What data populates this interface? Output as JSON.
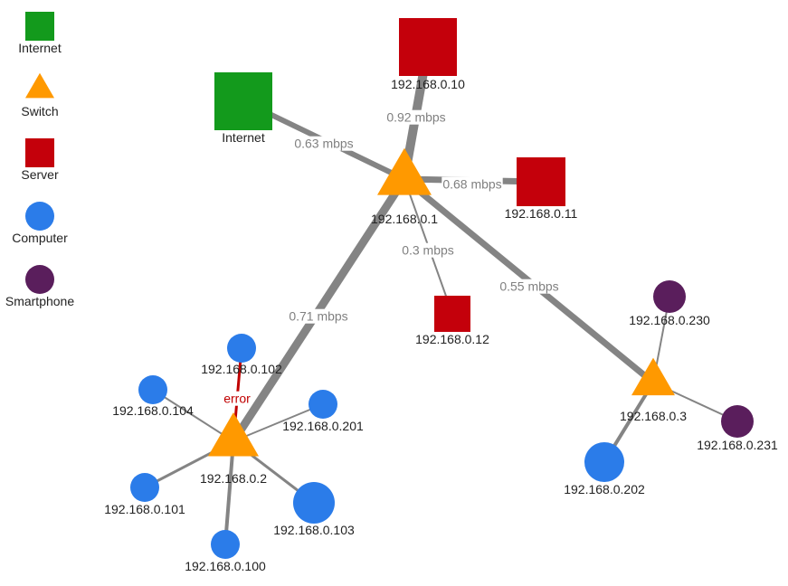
{
  "colors": {
    "internet": "#139a1c",
    "switch": "#ff9900",
    "server": "#c4000b",
    "computer": "#2b7ce9",
    "smartphone": "#5a1e5c",
    "edge": "#848484",
    "error": "#c00000"
  },
  "legend": [
    {
      "group": "internet",
      "label": "Internet"
    },
    {
      "group": "switch",
      "label": "Switch"
    },
    {
      "group": "server",
      "label": "Server"
    },
    {
      "group": "computer",
      "label": "Computer"
    },
    {
      "group": "smartphone",
      "label": "Smartphone"
    }
  ],
  "nodes": [
    {
      "id": "internet",
      "group": "internet",
      "label": "Internet"
    },
    {
      "id": "sw1",
      "group": "switch",
      "label": "192.168.0.1"
    },
    {
      "id": "srv10",
      "group": "server",
      "label": "192.168.0.10"
    },
    {
      "id": "srv11",
      "group": "server",
      "label": "192.168.0.11"
    },
    {
      "id": "srv12",
      "group": "server",
      "label": "192.168.0.12"
    },
    {
      "id": "sw2",
      "group": "switch",
      "label": "192.168.0.2"
    },
    {
      "id": "sw3",
      "group": "switch",
      "label": "192.168.0.3"
    },
    {
      "id": "pc100",
      "group": "computer",
      "label": "192.168.0.100"
    },
    {
      "id": "pc101",
      "group": "computer",
      "label": "192.168.0.101"
    },
    {
      "id": "pc102",
      "group": "computer",
      "label": "192.168.0.102"
    },
    {
      "id": "pc103",
      "group": "computer",
      "label": "192.168.0.103"
    },
    {
      "id": "pc104",
      "group": "computer",
      "label": "192.168.0.104"
    },
    {
      "id": "pc201",
      "group": "computer",
      "label": "192.168.0.201"
    },
    {
      "id": "pc202",
      "group": "computer",
      "label": "192.168.0.202"
    },
    {
      "id": "ph230",
      "group": "smartphone",
      "label": "192.168.0.230"
    },
    {
      "id": "ph231",
      "group": "smartphone",
      "label": "192.168.0.231"
    }
  ],
  "edges": [
    {
      "from": "internet",
      "to": "sw1",
      "label": "0.63 mbps"
    },
    {
      "from": "sw1",
      "to": "srv10",
      "label": "0.92 mbps"
    },
    {
      "from": "sw1",
      "to": "srv11",
      "label": "0.68 mbps"
    },
    {
      "from": "sw1",
      "to": "srv12",
      "label": "0.3 mbps"
    },
    {
      "from": "sw1",
      "to": "sw2",
      "label": "0.71 mbps"
    },
    {
      "from": "sw1",
      "to": "sw3",
      "label": "0.55 mbps"
    },
    {
      "from": "sw2",
      "to": "pc102",
      "label": "error",
      "error": true
    },
    {
      "from": "sw2",
      "to": "pc104",
      "label": ""
    },
    {
      "from": "sw2",
      "to": "pc201",
      "label": ""
    },
    {
      "from": "sw2",
      "to": "pc101",
      "label": ""
    },
    {
      "from": "sw2",
      "to": "pc103",
      "label": ""
    },
    {
      "from": "sw2",
      "to": "pc100",
      "label": ""
    },
    {
      "from": "sw3",
      "to": "ph230",
      "label": ""
    },
    {
      "from": "sw3",
      "to": "ph231",
      "label": ""
    },
    {
      "from": "sw3",
      "to": "pc202",
      "label": ""
    }
  ]
}
